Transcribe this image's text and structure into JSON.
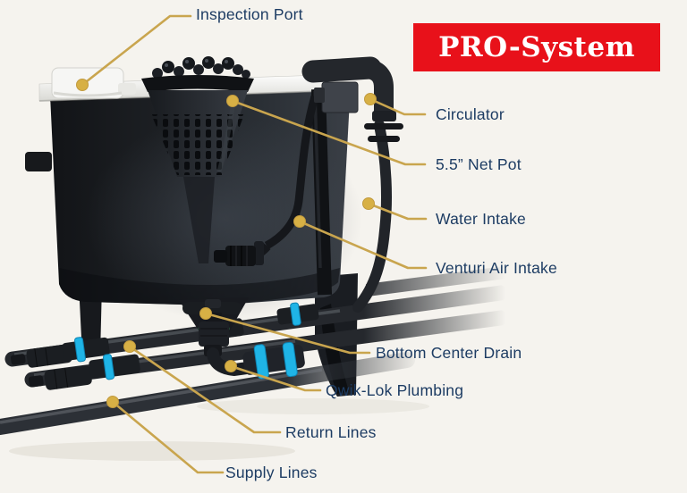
{
  "banner": {
    "text": "PRO-System"
  },
  "labels": [
    {
      "id": "inspection-port",
      "text": "Inspection Port"
    },
    {
      "id": "circulator",
      "text": "Circulator"
    },
    {
      "id": "net-pot",
      "text": "5.5” Net Pot"
    },
    {
      "id": "water-intake",
      "text": "Water Intake"
    },
    {
      "id": "venturi-air-intake",
      "text": "Venturi Air Intake"
    },
    {
      "id": "bottom-center-drain",
      "text": "Bottom Center Drain"
    },
    {
      "id": "qwik-lok-plumbing",
      "text": "Qwik-Lok Plumbing"
    },
    {
      "id": "return-lines",
      "text": "Return Lines"
    },
    {
      "id": "supply-lines",
      "text": "Supply Lines"
    }
  ],
  "colors": {
    "background": "#f5f3ee",
    "banner_red": "#e8111a",
    "banner_text": "#ffffff",
    "label_text": "#1d3c63",
    "leader_line": "#c9a54e",
    "leader_dot": "#d7b045",
    "qwiklok_blue": "#1fb4e6"
  }
}
